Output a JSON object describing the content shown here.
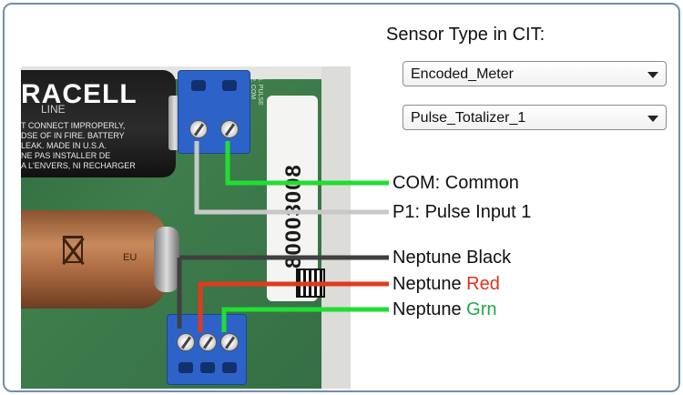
{
  "heading": "Sensor Type in CIT:",
  "dropdowns": [
    {
      "value": "Encoded_Meter"
    },
    {
      "value": "Pulse_Totalizer_1"
    }
  ],
  "labels": {
    "com": "COM: Common",
    "p1": "P1: Pulse Input 1",
    "black": "Neptune Black",
    "red_prefix": "Neptune ",
    "red_word": "Red",
    "grn_prefix": "Neptune ",
    "grn_word": "Grn"
  },
  "photo": {
    "battery_brand": "RACELL",
    "battery_line": "LINE",
    "battery_warning_lines": [
      "T CONNECT IMPROPERLY,",
      "DSE OF IN FIRE. BATTERY",
      "LEAK.  MADE IN U.S.A.",
      "NE PAS INSTALLER DE",
      "A L'ENVERS, NI RECHARGER"
    ],
    "battery_mark": "EU",
    "serial": "80003008",
    "terminal_labels": [
      "2. COM",
      "1. PULSE"
    ]
  },
  "colors": {
    "wire_com": "#22dd33",
    "wire_p1": "#c8c8c8",
    "wire_black": "#404040",
    "wire_red": "#e03a1e",
    "wire_grn": "#22dd33",
    "frame": "#6f8fb0"
  }
}
